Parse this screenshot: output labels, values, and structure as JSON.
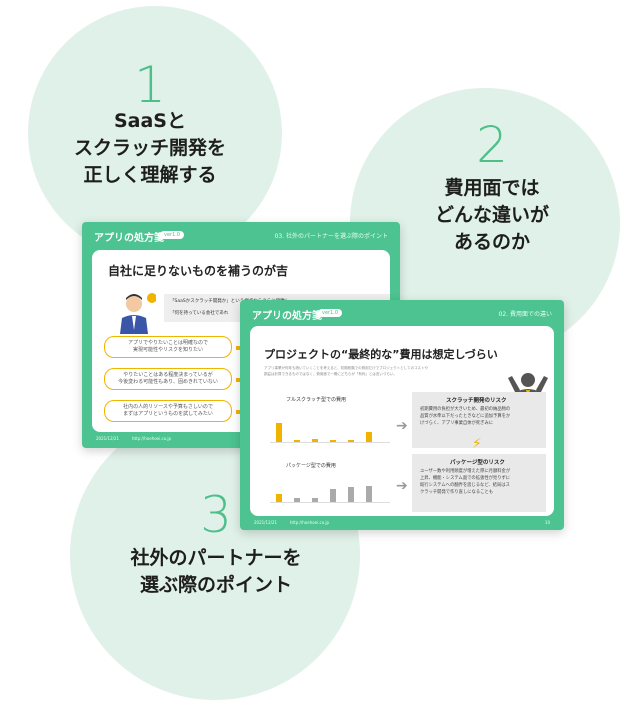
{
  "items": [
    {
      "number": "1",
      "caption": "SaaSと\nスクラッチ開発を\n正しく理解する"
    },
    {
      "number": "2",
      "caption": "費用面では\nどんな違いが\nあるのか"
    },
    {
      "number": "3",
      "caption": "社外のパートナーを\n選ぶ際のポイント"
    }
  ],
  "slide1": {
    "brand": "アプリの処方箋",
    "tag": "ver1.0",
    "section": "03. 社外のパートナーを選ぶ際のポイント",
    "title": "自社に足りないものを補うのが吉",
    "speech1": "「SaaSかスクラッチ開発か」という視点からさらに俯瞰し、",
    "speech2": "「何を持っている会社であれ",
    "pills": [
      "アプリでやりたいことは明確なので\n実現可能性やリスクを知りたい",
      "やりたいことはある程度決まっているが\n今後変わる可能性もあり、固めきれていない",
      "社内の人的リソースや予算もさしいので\nまずはアプリというものを試してみたい"
    ],
    "footer": "2021/12/21",
    "footer_url": "http://hoehoei.co.jp"
  },
  "slide2": {
    "brand": "アプリの処方箋",
    "tag": "ver1.0",
    "section": "02. 費用面での違い",
    "title": "プロジェクトの“最終的な”費用は想定しづらい",
    "subtitle1": "アプリ事業が何年も続いていくことを考えると、初期段階での費用だけでプロジェクトとしてのコストや",
    "subtitle2": "損益は計算できるものではなく、費用面で一概にどちらが「有利」とは言いづらい。",
    "full_label": "フルスクラッチ型での費用",
    "pkg_label": "パッケージ型での費用",
    "risk1_title": "スクラッチ開発のリスク",
    "risk1_body": "初期費用の負担が大きいため、最初の納品物の\n品質が水準以下だったときなどに追加予算をか\nけづらく、アプリ事業自体が死ぎみに",
    "risk2_title": "パッケージ型のリスク",
    "risk2_body": "ユーザー数や利用頻度が増えた際に月額料金が\n上昇、機能・システム面での拡張性が見りずに\n既行システムへの翻弄を思じるなど、結局はス\nクラッチ開発で作り直しになることも",
    "footer": "2021/12/21",
    "footer_url": "http://hoehoei.co.jp",
    "page": "10"
  },
  "chart_full": [
    0.55,
    0.06,
    0.1,
    0.06,
    0.06,
    0.3
  ],
  "chart_pkg": [
    0.28,
    0.12,
    0.12,
    0.45,
    0.5,
    0.55
  ],
  "colors": {
    "accent": "#4cc391",
    "circle": "#dff1e8",
    "bar": "#f0b400",
    "number": "#4fbf8a"
  }
}
